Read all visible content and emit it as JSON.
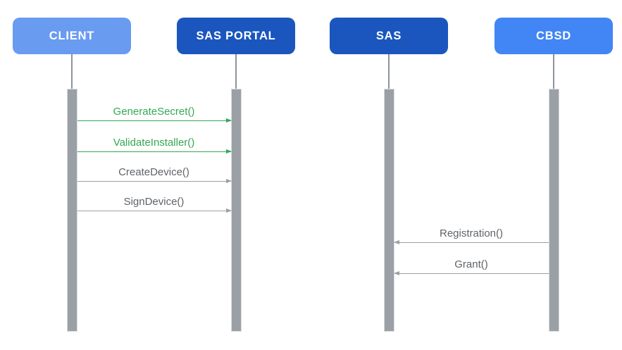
{
  "diagram": {
    "type": "sequence",
    "actors": [
      {
        "id": "client",
        "label": "CLIENT",
        "box_color": "#699BF0",
        "text_color": "#FFFFFF"
      },
      {
        "id": "sas-portal",
        "label": "SAS PORTAL",
        "box_color": "#1A56BE",
        "text_color": "#FFFFFF"
      },
      {
        "id": "sas",
        "label": "SAS",
        "box_color": "#1A56BE",
        "text_color": "#FFFFFF"
      },
      {
        "id": "cbsd",
        "label": "CBSD",
        "box_color": "#4285F4",
        "text_color": "#FFFFFF"
      }
    ],
    "messages": [
      {
        "label": "GenerateSecret()",
        "from": "client",
        "to": "sas-portal",
        "line_color": "#34A853",
        "label_color": "#34A853"
      },
      {
        "label": "ValidateInstaller()",
        "from": "client",
        "to": "sas-portal",
        "line_color": "#34A853",
        "label_color": "#34A853"
      },
      {
        "label": "CreateDevice()",
        "from": "client",
        "to": "sas-portal",
        "line_color": "#9AA0A6",
        "label_color": "#5F6368"
      },
      {
        "label": "SignDevice()",
        "from": "client",
        "to": "sas-portal",
        "line_color": "#9AA0A6",
        "label_color": "#5F6368"
      },
      {
        "label": "Registration()",
        "from": "cbsd",
        "to": "sas",
        "line_color": "#9AA0A6",
        "label_color": "#5F6368"
      },
      {
        "label": "Grant()",
        "from": "cbsd",
        "to": "sas",
        "line_color": "#9AA0A6",
        "label_color": "#5F6368"
      }
    ],
    "colors": {
      "background": "#FFFFFF",
      "lifeline": "#8E949B",
      "activation_bar": "#9AA0A6"
    }
  }
}
